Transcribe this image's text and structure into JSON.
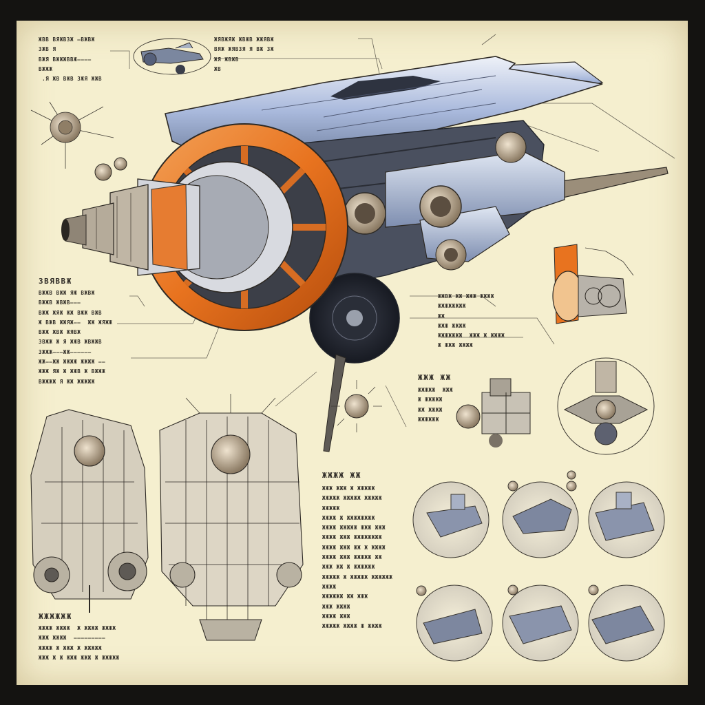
{
  "sheet": {
    "paper_color": "#f5efcf",
    "ink_color": "#34302a",
    "accent_orange": "#e8731f",
    "steel_blue": "#9fb1d4",
    "frame_color": "#141311"
  },
  "annotations": {
    "top_left": "ЖВВ ВЯЖВЗЖ —ВЖВЖ\nЗЖВ Я\nВЖЯ ВЖЖЖВВЖ————\nВЖЖЖ\n .Я ЖВ ВЖВ ЗЖЯ ЖЖВ",
    "top_center": "ЖЯВЖЯЖ ЖВЖВ ЖЖЯВЖ\nВЯЖ ЖЯВЗЯ Я ВЖ ЗЖ\nЖЯ ЖВЖВ\nЖВ",
    "left_mid_heading": "ЗВЯВВЖ",
    "left_mid": "ВЖЖВ ВЖЖ ЯЖ ВЖВЖ\nВЖЖВ ЖВЖВ———\nВЖЖ ЖЯЖ ЖЖ ВЖЖ ВЖВ\nЖ ВЖВ ЖЖЯЖ——  ЖЖ ЖЯЖЖ\nВЖЖ ЖВЖ ЖЯВЖ\nЗВЖЖ Ж Я ЖЖВ ЖВЖЖВ\nЗЖЖЖ———ЖЖ——————\nЖЖ——ЖЖ ЖЖЖЖ ЖЖЖЖ ——\nЖЖЖ ЯЖ Ж ЖЖВ Ж ВЖЖЖ\nВЖЖЖЖ Я ЖЖ ЖЖЖЖЖ",
    "right_mid": "ЖЖВЖ ЖЖ ЖЖЖ ЖЖЖЖ\nЖЖЖЖЖЖЖЖ\nЖЖ\nЖЖЖ ЖЖЖЖ\nЖЖЖЖЖЖЖ  ЖЖЖ Ж ЖЖЖЖ\nЖ ЖЖЖ ЖЖЖЖ",
    "center_right_heading": "ЖЖЖ ЖЖ",
    "center_right": "ЖЖЖЖЖ  ЖЖЖ\nЖ ЖЖЖЖЖ\nЖЖ ЖЖЖЖ\nЖЖЖЖЖЖ",
    "bottom_center_heading": "ЖЖЖЖ ЖЖ",
    "bottom_center": "ЖЖЖ ЖЖЖ Ж ЖЖЖЖЖ\nЖЖЖЖЖ ЖЖЖЖЖ ЖЖЖЖЖ\nЖЖЖЖЖ\nЖЖЖЖ Ж ЖЖЖЖЖЖЖЖ\nЖЖЖЖ ЖЖЖЖЖ ЖЖЖ ЖЖЖ\nЖЖЖЖ ЖЖЖ ЖЖЖЖЖЖЖЖ\nЖЖЖЖ ЖЖЖ ЖЖ Ж ЖЖЖЖ\nЖЖЖЖ ЖЖЖ ЖЖЖЖЖ ЖЖ\nЖЖЖ ЖЖ Ж ЖЖЖЖЖЖ\nЖЖЖЖЖ Ж ЖЖЖЖЖ ЖЖЖЖЖЖ\nЖЖЖЖ\nЖЖЖЖЖЖ ЖЖ ЖЖЖ\nЖЖЖ ЖЖЖЖ\nЖЖЖЖ ЖЖЖ\nЖЖЖЖЖ ЖЖЖЖ Ж ЖЖЖЖ",
    "bottom_left_heading": "ЖЖЖЖЖЖ",
    "bottom_left": "ЖЖЖЖ ЖЖЖЖ  Ж ЖЖЖЖ ЖЖЖЖ\nЖЖЖ ЖЖЖЖ  —————————\nЖЖЖЖ Ж ЖЖЖ Ж ЖЖЖЖЖ\nЖЖЖ Ж Ж ЖЖЖ ЖЖЖ Ж ЖЖЖЖЖ"
  }
}
